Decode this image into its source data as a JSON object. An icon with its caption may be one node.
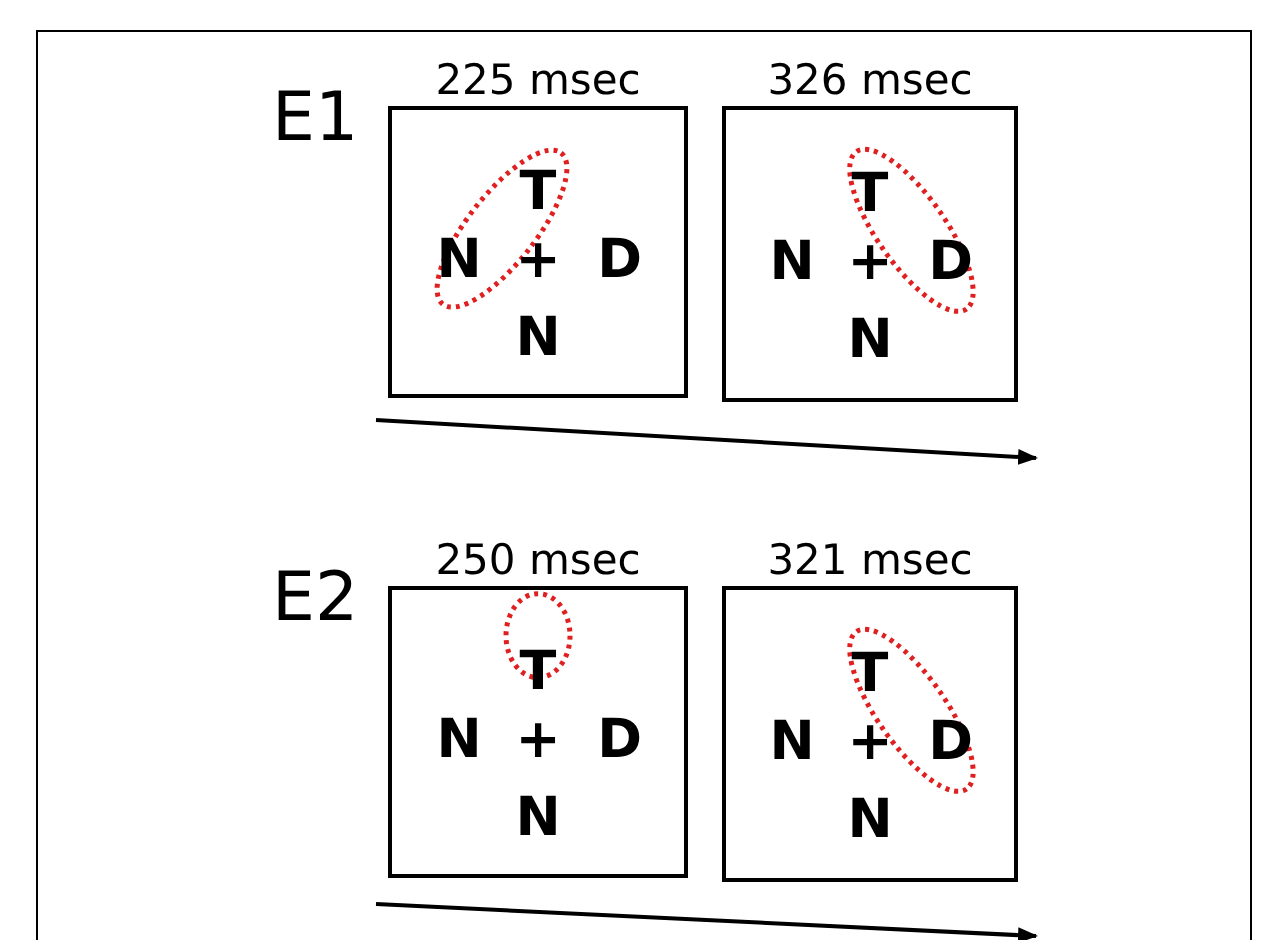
{
  "diagram": {
    "nodes": [
      {
        "text": [
          "225 msec",
          "T",
          "N",
          "+",
          "D",
          "N"
        ]
      },
      {
        "text": [
          "326 msec",
          "T",
          "N",
          "+",
          "D",
          "N"
        ]
      },
      {
        "text": [
          "250 msec",
          "T",
          "N",
          "+",
          "D",
          "N"
        ]
      },
      {
        "text": [
          "321 msec",
          "T",
          "N",
          "+",
          "D",
          "N"
        ]
      }
    ],
    "labels": [
      "E1",
      "E2"
    ]
  }
}
